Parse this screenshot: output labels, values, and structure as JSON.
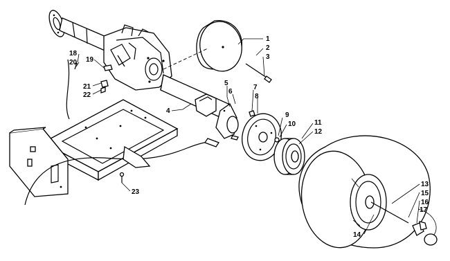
{
  "diagram": {
    "callouts": [
      {
        "id": "c1",
        "text": "1"
      },
      {
        "id": "c2",
        "text": "2"
      },
      {
        "id": "c3",
        "text": "3"
      },
      {
        "id": "c4",
        "text": "4"
      },
      {
        "id": "c5",
        "text": "5"
      },
      {
        "id": "c6",
        "text": "6"
      },
      {
        "id": "c7",
        "text": "7"
      },
      {
        "id": "c8",
        "text": "8"
      },
      {
        "id": "c9",
        "text": "9"
      },
      {
        "id": "c10",
        "text": "10"
      },
      {
        "id": "c11",
        "text": "11"
      },
      {
        "id": "c12",
        "text": "12"
      },
      {
        "id": "c13",
        "text": "13"
      },
      {
        "id": "c14",
        "text": "14"
      },
      {
        "id": "c15",
        "text": "15"
      },
      {
        "id": "c16",
        "text": "16"
      },
      {
        "id": "c17",
        "text": "17"
      },
      {
        "id": "c18",
        "text": "18"
      },
      {
        "id": "c19",
        "text": "19"
      },
      {
        "id": "c20",
        "text": "20"
      },
      {
        "id": "c21",
        "text": "21"
      },
      {
        "id": "c22",
        "text": "22"
      },
      {
        "id": "c23",
        "text": "23"
      }
    ]
  }
}
